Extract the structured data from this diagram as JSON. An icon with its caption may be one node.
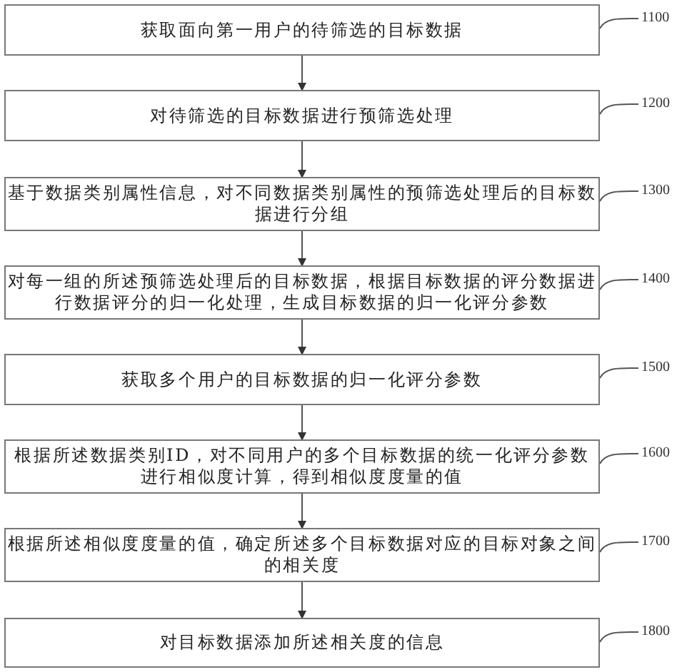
{
  "diagram": {
    "nodes": [
      {
        "text": [
          "获取面向第一用户的待筛选的目标数据"
        ]
      },
      {
        "text": [
          "对待筛选的目标数据进行预筛选处理"
        ]
      },
      {
        "text": [
          "基于数据类别属性信息，对不同数据类别属性的预筛选处理后的目标数据进行分组"
        ]
      },
      {
        "text": [
          "对每一组的所述预筛选处理后的目标数据，根据目标数据的评分数据进行数据评分的归一化处理，生成目标数据的归一化评分参数"
        ]
      },
      {
        "text": [
          "获取多个用户的目标数据的归一化评分参数"
        ]
      },
      {
        "text": [
          "根据所述数据类别ID，对不同用户的多个目标数据的统一化评分参数进行相似度计算，得到相似度度量的值"
        ]
      },
      {
        "text": [
          "根据所述相似度度量的值，确定所述多个目标数据对应的目标对象之间的相关度"
        ]
      },
      {
        "text": [
          "对目标数据添加所述相关度的信息"
        ]
      },
      {
        "text": [
          "1100"
        ]
      },
      {
        "text": [
          "1200"
        ]
      },
      {
        "text": [
          "1300"
        ]
      },
      {
        "text": [
          "1400"
        ]
      },
      {
        "text": [
          "1500"
        ]
      },
      {
        "text": [
          "1600"
        ]
      },
      {
        "text": [
          "1700"
        ]
      },
      {
        "text": [
          "1800"
        ]
      }
    ],
    "edges": [
      {
        "from": 0,
        "to": 1,
        "arrow": "to"
      },
      {
        "from": 1,
        "to": 2,
        "arrow": "to"
      },
      {
        "from": 2,
        "to": 3,
        "arrow": "to"
      },
      {
        "from": 3,
        "to": 4,
        "arrow": "to"
      },
      {
        "from": 4,
        "to": 5,
        "arrow": "to"
      },
      {
        "from": 5,
        "to": 6,
        "arrow": "to"
      },
      {
        "from": 6,
        "to": 7,
        "arrow": "to"
      },
      {
        "from": 8,
        "to": 0,
        "arrow": "none"
      },
      {
        "from": 9,
        "to": 1,
        "arrow": "none"
      },
      {
        "from": 10,
        "to": 2,
        "arrow": "none"
      },
      {
        "from": 11,
        "to": 3,
        "arrow": "none"
      },
      {
        "from": 12,
        "to": 4,
        "arrow": "none"
      },
      {
        "from": 13,
        "to": 5,
        "arrow": "none"
      },
      {
        "from": 14,
        "to": 6,
        "arrow": "none"
      },
      {
        "from": 15,
        "to": 7,
        "arrow": "none"
      }
    ]
  }
}
